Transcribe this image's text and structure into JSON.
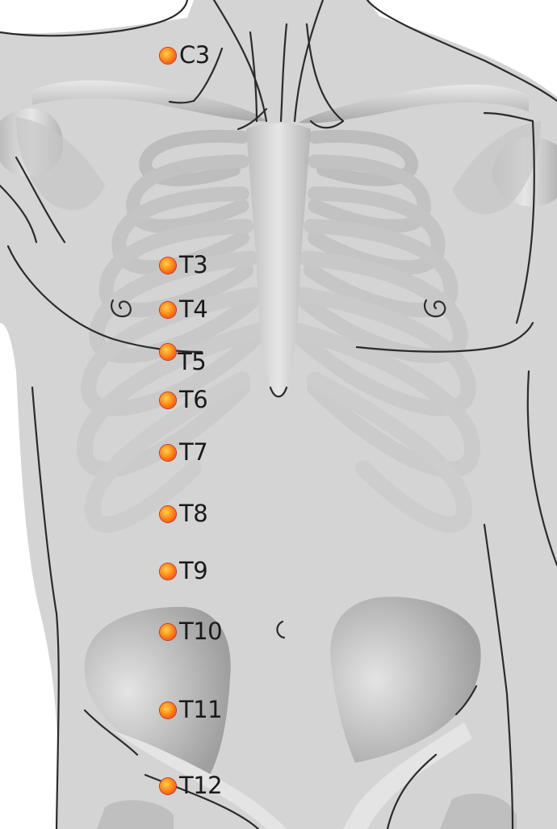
{
  "dermatome_markers": [
    {
      "id": "c3",
      "label": "C3"
    },
    {
      "id": "t3",
      "label": "T3"
    },
    {
      "id": "t4",
      "label": "T4"
    },
    {
      "id": "t5",
      "label": "T5"
    },
    {
      "id": "t6",
      "label": "T6"
    },
    {
      "id": "t7",
      "label": "T7"
    },
    {
      "id": "t8",
      "label": "T8"
    },
    {
      "id": "t9",
      "label": "T9"
    },
    {
      "id": "t10",
      "label": "T10"
    },
    {
      "id": "t11",
      "label": "T11"
    },
    {
      "id": "t12",
      "label": "T12"
    }
  ],
  "colors": {
    "skin": "#d4d4d4",
    "bone_light": "#e2e2e2",
    "bone_dark": "#a9a9a9",
    "outline": "#2b2b2b",
    "marker": "#ef4a17"
  }
}
